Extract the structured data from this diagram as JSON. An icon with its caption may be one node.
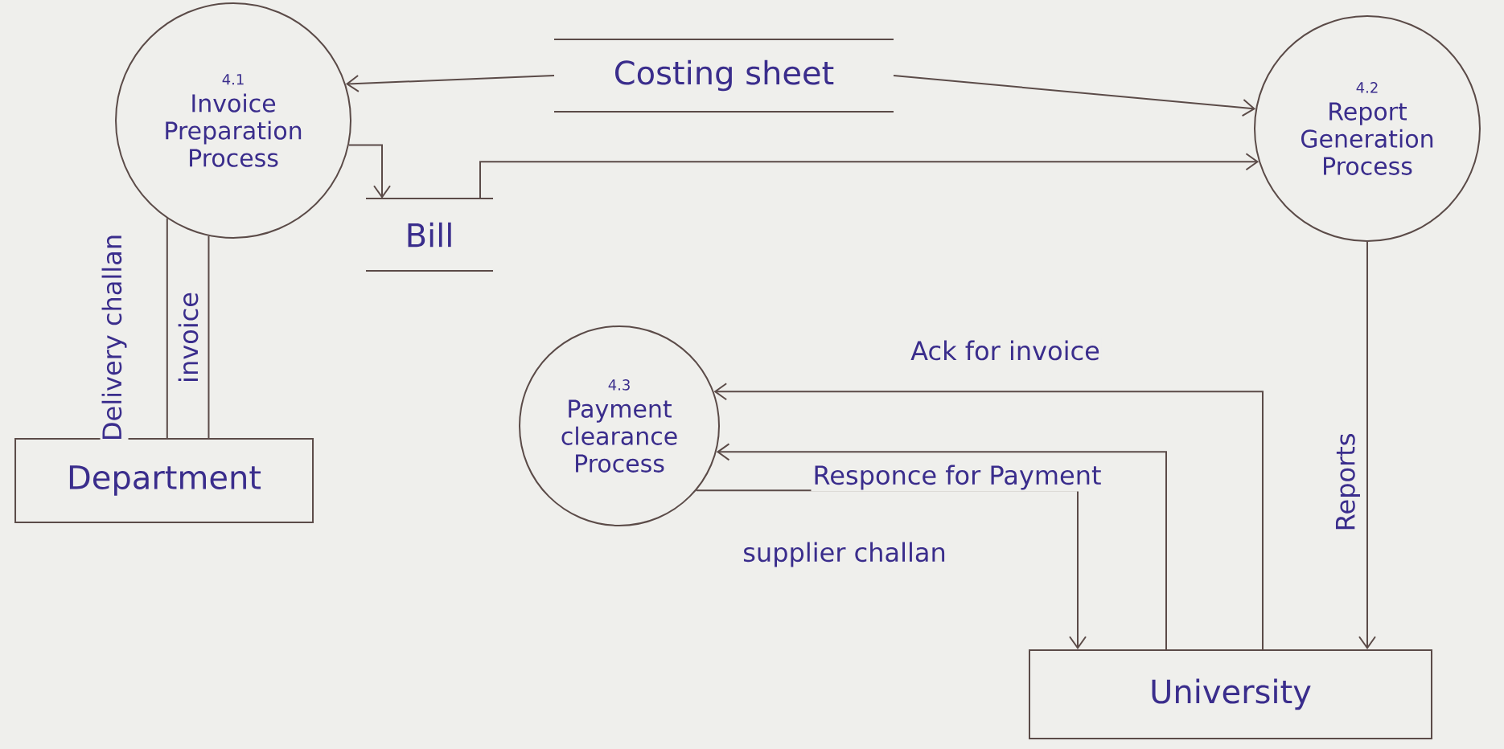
{
  "diagram": {
    "nodes": [
      {
        "text": [
          "4.1",
          "Invoice Preparation Process"
        ]
      },
      {
        "text": [
          "Costing sheet"
        ]
      },
      {
        "text": [
          "4.2",
          "Report Generation Process"
        ]
      },
      {
        "text": [
          "Bill"
        ]
      },
      {
        "text": [
          "Department"
        ]
      },
      {
        "text": [
          "4.3",
          "Payment clearance Process"
        ]
      },
      {
        "text": [
          "University"
        ]
      }
    ],
    "edges": [
      {
        "from": 1,
        "to": 0,
        "arrow": "to"
      },
      {
        "from": 1,
        "to": 2,
        "arrow": "to"
      },
      {
        "from": 0,
        "to": 3,
        "arrow": "to"
      },
      {
        "from": 3,
        "to": 2,
        "arrow": "to"
      },
      {
        "from": 4,
        "to": 0,
        "arrow": "none",
        "label": "Delivery challan"
      },
      {
        "from": 0,
        "to": 4,
        "arrow": "none",
        "label": "invoice"
      },
      {
        "from": 2,
        "to": 6,
        "arrow": "to",
        "label": "Reports"
      },
      {
        "from": 6,
        "to": 5,
        "arrow": "to",
        "label": "Ack for invoice"
      },
      {
        "from": 6,
        "to": 5,
        "arrow": "to",
        "label": "Responce for Payment"
      },
      {
        "from": 5,
        "to": 6,
        "arrow": "to",
        "label": "supplier challan"
      }
    ]
  }
}
